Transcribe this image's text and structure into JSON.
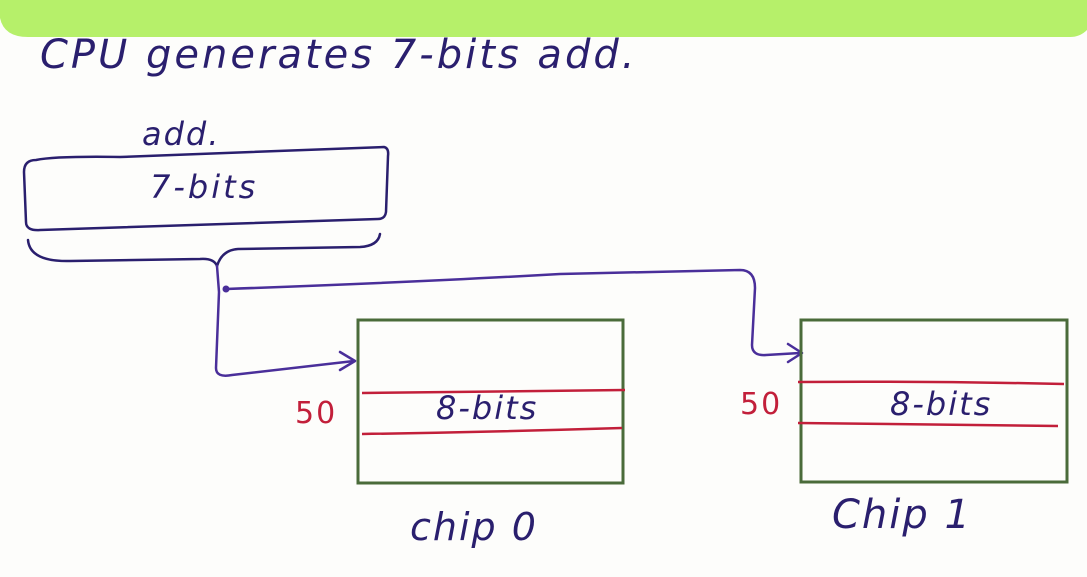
{
  "heading": "CPU generates 7-bits add.",
  "address_register": {
    "label": "add.",
    "content": "7-bits"
  },
  "chips": [
    {
      "name": "chip 0",
      "row_index": "50",
      "row_content": "8-bits"
    },
    {
      "name": "Chip 1",
      "row_index": "50",
      "row_content": "8-bits"
    }
  ],
  "colors": {
    "banner": "#b6f06a",
    "ink": "#2a1f6e",
    "wire": "#4a2f9a",
    "chip_border": "#4a6b3a",
    "row_line": "#c21f3a"
  }
}
